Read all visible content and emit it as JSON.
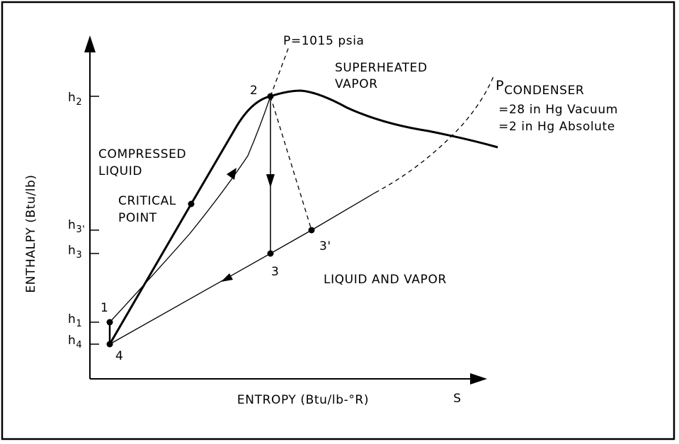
{
  "axes": {
    "y_label": "ENTHALPY (Btu/lb)",
    "x_label": "ENTROPY (Btu/lb-°R)",
    "x_symbol": "S"
  },
  "ticks": {
    "h2": {
      "main": "h",
      "sub": "2"
    },
    "h3p": {
      "main": "h",
      "sub": "3'"
    },
    "h3": {
      "main": "h",
      "sub": "3"
    },
    "h1": {
      "main": "h",
      "sub": "1"
    },
    "h4": {
      "main": "h",
      "sub": "4"
    }
  },
  "points": {
    "p1": "1",
    "p2": "2",
    "p3": "3",
    "p3p": "3'",
    "p4": "4"
  },
  "regions": {
    "superheated_1": "SUPERHEATED",
    "superheated_2": "VAPOR",
    "compressed_1": "COMPRESSED",
    "compressed_2": "LIQUID",
    "critical_1": "CRITICAL",
    "critical_2": "POINT",
    "liquid_vapor": "LIQUID AND VAPOR"
  },
  "annotations": {
    "pressure_high": "P=1015 psia",
    "p_condenser_main": "P",
    "p_condenser_sub": "CONDENSER",
    "vacuum": "=28 in Hg Vacuum",
    "absolute": "=2 in Hg Absolute"
  },
  "colors": {
    "ink": "#000000",
    "background": "#ffffff"
  }
}
